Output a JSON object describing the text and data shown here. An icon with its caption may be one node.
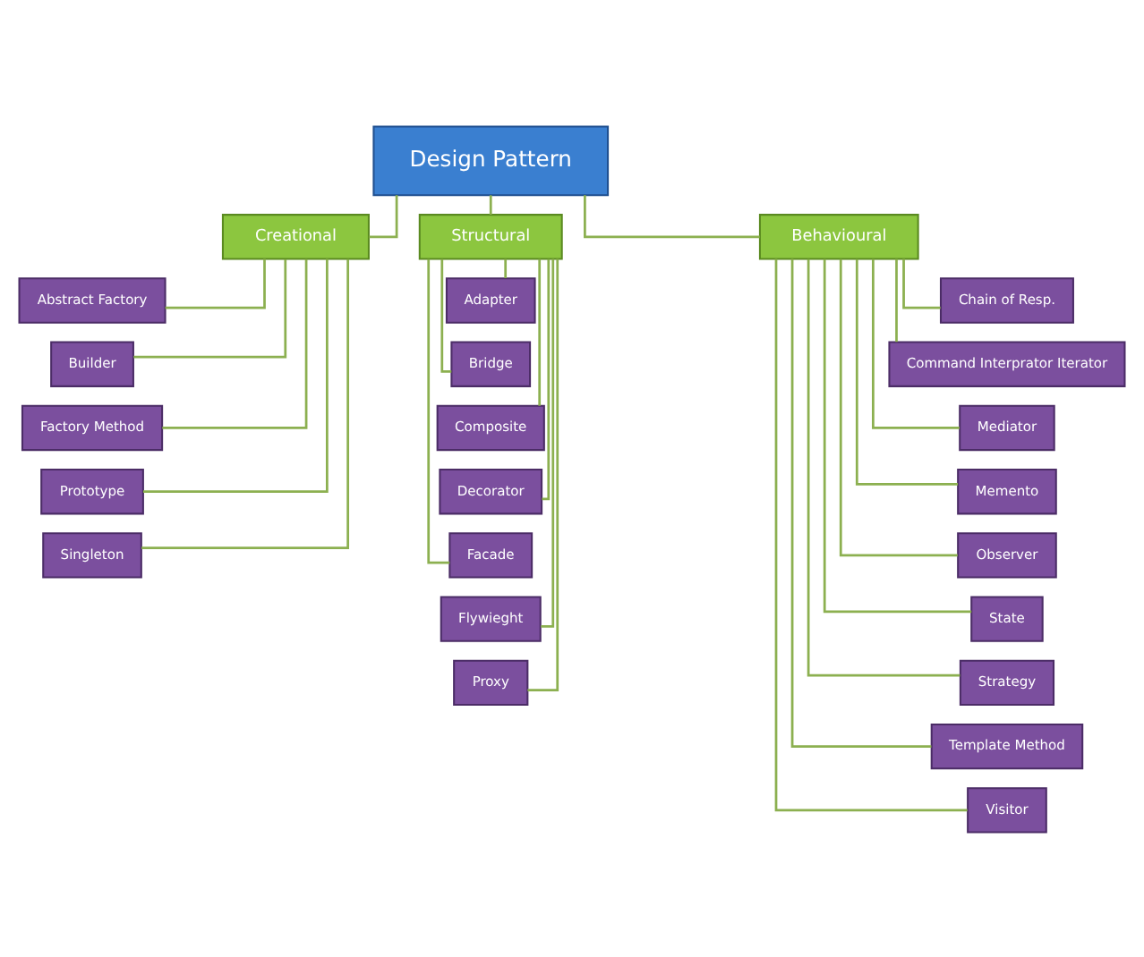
{
  "diagram": {
    "nodes": [
      {
        "text": [
          "Design Pattern"
        ]
      },
      {
        "text": [
          "Creational"
        ]
      },
      {
        "text": [
          "Structural"
        ]
      },
      {
        "text": [
          "Behavioural"
        ]
      },
      {
        "text": [
          "Abstract Factory"
        ]
      },
      {
        "text": [
          "Builder"
        ]
      },
      {
        "text": [
          "Factory Method"
        ]
      },
      {
        "text": [
          "Prototype"
        ]
      },
      {
        "text": [
          "Singleton"
        ]
      },
      {
        "text": [
          "Adapter"
        ]
      },
      {
        "text": [
          "Bridge"
        ]
      },
      {
        "text": [
          "Composite"
        ]
      },
      {
        "text": [
          "Decorator"
        ]
      },
      {
        "text": [
          "Facade"
        ]
      },
      {
        "text": [
          "Flywieght"
        ]
      },
      {
        "text": [
          "Proxy"
        ]
      },
      {
        "text": [
          "Chain of Resp."
        ]
      },
      {
        "text": [
          "Command Interprator Iterator"
        ]
      },
      {
        "text": [
          "Mediator"
        ]
      },
      {
        "text": [
          "Memento"
        ]
      },
      {
        "text": [
          "Observer"
        ]
      },
      {
        "text": [
          "State"
        ]
      },
      {
        "text": [
          "Strategy"
        ]
      },
      {
        "text": [
          "Template Method"
        ]
      },
      {
        "text": [
          "Visitor"
        ]
      }
    ],
    "edges": [
      {
        "from": 0,
        "to": 1,
        "arrow": "none"
      },
      {
        "from": 0,
        "to": 2,
        "arrow": "none"
      },
      {
        "from": 0,
        "to": 3,
        "arrow": "none"
      },
      {
        "from": 1,
        "to": 4,
        "arrow": "none"
      },
      {
        "from": 1,
        "to": 5,
        "arrow": "none"
      },
      {
        "from": 1,
        "to": 6,
        "arrow": "none"
      },
      {
        "from": 1,
        "to": 7,
        "arrow": "none"
      },
      {
        "from": 1,
        "to": 8,
        "arrow": "none"
      },
      {
        "from": 2,
        "to": 9,
        "arrow": "none"
      },
      {
        "from": 2,
        "to": 10,
        "arrow": "none"
      },
      {
        "from": 2,
        "to": 11,
        "arrow": "none"
      },
      {
        "from": 2,
        "to": 12,
        "arrow": "none"
      },
      {
        "from": 2,
        "to": 13,
        "arrow": "none"
      },
      {
        "from": 2,
        "to": 14,
        "arrow": "none"
      },
      {
        "from": 2,
        "to": 15,
        "arrow": "none"
      },
      {
        "from": 3,
        "to": 16,
        "arrow": "none"
      },
      {
        "from": 3,
        "to": 17,
        "arrow": "none"
      },
      {
        "from": 3,
        "to": 18,
        "arrow": "none"
      },
      {
        "from": 3,
        "to": 19,
        "arrow": "none"
      },
      {
        "from": 3,
        "to": 20,
        "arrow": "none"
      },
      {
        "from": 3,
        "to": 21,
        "arrow": "none"
      },
      {
        "from": 3,
        "to": 22,
        "arrow": "none"
      },
      {
        "from": 3,
        "to": 23,
        "arrow": "none"
      },
      {
        "from": 3,
        "to": 24,
        "arrow": "none"
      }
    ]
  }
}
